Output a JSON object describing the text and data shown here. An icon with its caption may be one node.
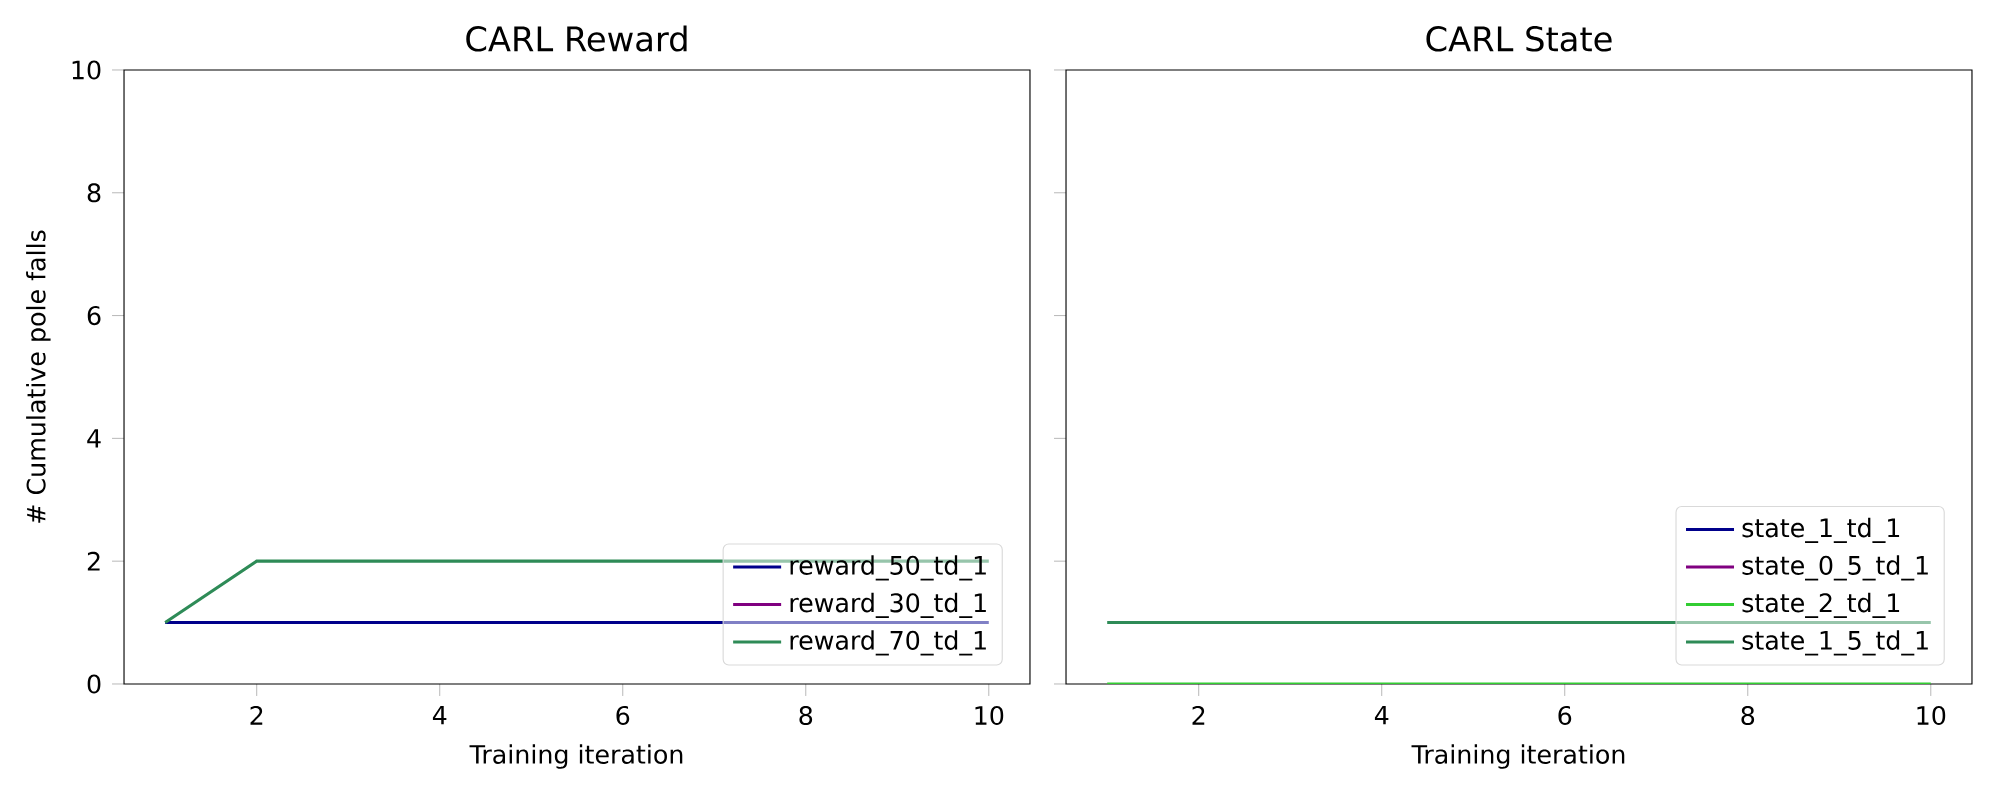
{
  "diagram": {
    "chart_data": [
      {
        "type": "line",
        "title": "CARL Reward",
        "xlabel": "Training iteration",
        "ylabel": "# Cumulative pole falls",
        "x": [
          1,
          2,
          3,
          4,
          5,
          6,
          7,
          8,
          9,
          10
        ],
        "xlim": [
          0.55,
          10.45
        ],
        "ylim": [
          0,
          10
        ],
        "xticks": [
          2,
          4,
          6,
          8,
          10
        ],
        "yticks": [
          0,
          2,
          4,
          6,
          8,
          10
        ],
        "legend": "lower right",
        "series": [
          {
            "name": "reward_50_td_1",
            "color": "#00008b",
            "values": [
              1,
              1,
              1,
              1,
              1,
              1,
              1,
              1,
              1,
              1
            ]
          },
          {
            "name": "reward_30_td_1",
            "color": "#800080",
            "values": [
              null,
              null,
              null,
              null,
              null,
              null,
              null,
              null,
              null,
              null
            ]
          },
          {
            "name": "reward_70_td_1",
            "color": "#2e8b57",
            "values": [
              1,
              2,
              2,
              2,
              2,
              2,
              2,
              2,
              2,
              2
            ]
          }
        ]
      },
      {
        "type": "line",
        "title": "CARL State",
        "xlabel": "Training iteration",
        "x": [
          1,
          2,
          3,
          4,
          5,
          6,
          7,
          8,
          9,
          10
        ],
        "xlim": [
          0.55,
          10.45
        ],
        "ylim": [
          0,
          10
        ],
        "xticks": [
          2,
          4,
          6,
          8,
          10
        ],
        "legend": "lower right",
        "series": [
          {
            "name": "state_1_td_1",
            "color": "#00008b",
            "values": [
              null,
              null,
              null,
              null,
              null,
              null,
              null,
              null,
              null,
              null
            ]
          },
          {
            "name": "state_0_5_td_1",
            "color": "#800080",
            "values": [
              null,
              null,
              null,
              null,
              null,
              null,
              null,
              null,
              null,
              null
            ]
          },
          {
            "name": "state_2_td_1",
            "color": "#32cd32",
            "values": [
              0,
              0,
              0,
              0,
              0,
              0,
              0,
              0,
              0,
              0
            ]
          },
          {
            "name": "state_1_5_td_1",
            "color": "#2e8b57",
            "values": [
              1,
              1,
              1,
              1,
              1,
              1,
              1,
              1,
              1,
              1
            ]
          }
        ]
      }
    ]
  }
}
